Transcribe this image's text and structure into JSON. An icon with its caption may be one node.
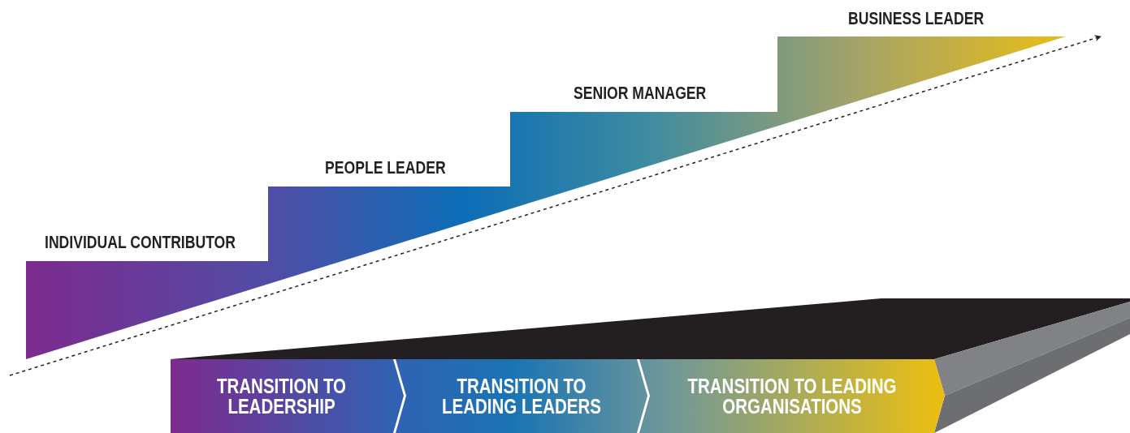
{
  "diagram": {
    "nodes": [
      {
        "text": [
          "TRANSITION TO LEADERSHIP"
        ]
      },
      {
        "text": [
          "TRANSITION TO LEADING LEADERS"
        ]
      },
      {
        "text": [
          "TRANSITION TO LEADING ORGANISATIONS"
        ]
      }
    ],
    "labels": [
      "BUSINESS LEADER",
      "SENIOR MANAGER",
      "PEOPLE LEADER",
      "INDIVIDUAL CONTRIBUTOR"
    ]
  }
}
